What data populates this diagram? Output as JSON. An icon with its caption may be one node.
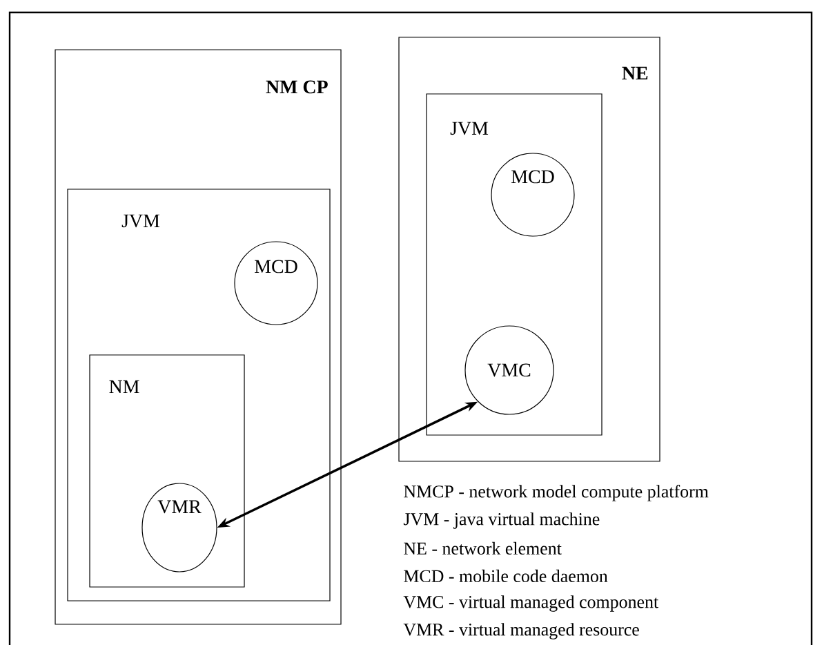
{
  "diagram": {
    "nodes": [
      {
        "text": [
          "**NM CP**"
        ]
      },
      {
        "text": [
          "JVM"
        ],
        "in": 0
      },
      {
        "text": [
          "MCD"
        ],
        "in": 1
      },
      {
        "text": [
          "NM"
        ],
        "in": 1
      },
      {
        "text": [
          "VMR"
        ],
        "in": 3
      },
      {
        "text": [
          "**NE**"
        ]
      },
      {
        "text": [
          "JVM"
        ],
        "in": 5
      },
      {
        "text": [
          "MCD"
        ],
        "in": 6
      },
      {
        "text": [
          "VMC"
        ],
        "in": 6
      }
    ],
    "edges": [
      {
        "from": 4,
        "to": 8,
        "arrow": "both"
      }
    ],
    "labels": [
      "NMCP - network model compute platform",
      "JVM - java virtual machine",
      "NE - network element",
      "MCD - mobile code daemon",
      "VMC - virtual managed component",
      "VMR - virtual managed resource"
    ]
  }
}
